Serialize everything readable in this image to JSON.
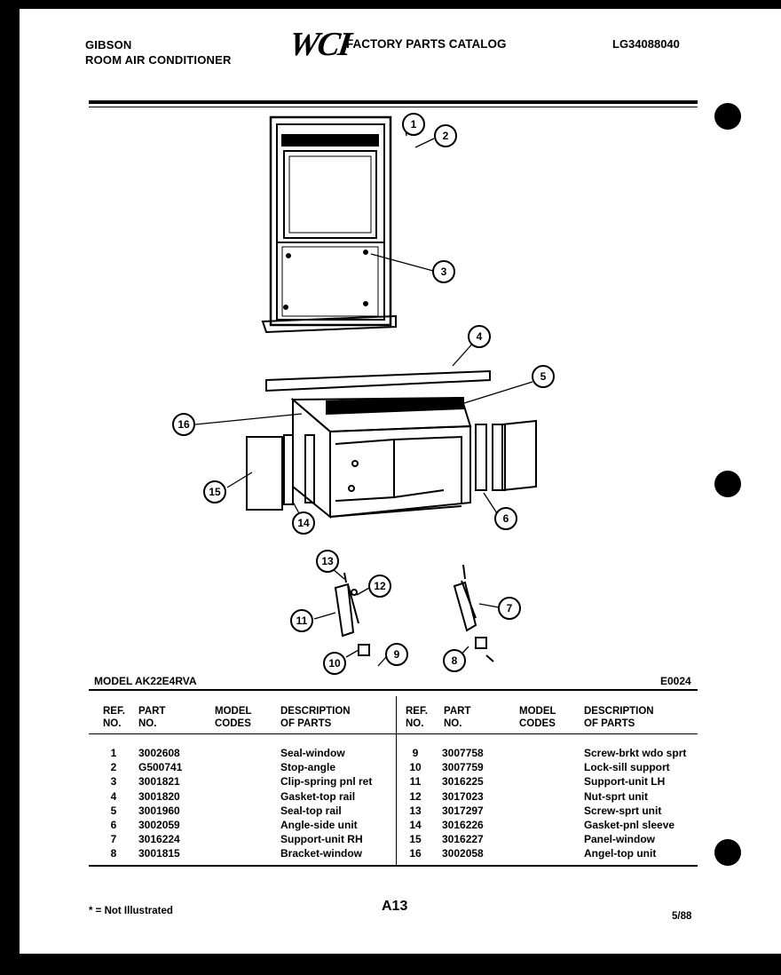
{
  "header": {
    "brand": "GIBSON",
    "product": "ROOM AIR CONDITIONER",
    "logo": "WCI",
    "catalog_title": "FACTORY PARTS CATALOG",
    "catalog_code": "LG34088040"
  },
  "diagram": {
    "callouts": [
      "1",
      "2",
      "3",
      "4",
      "5",
      "6",
      "7",
      "8",
      "9",
      "10",
      "11",
      "12",
      "13",
      "14",
      "15",
      "16"
    ]
  },
  "model_line": {
    "model": "MODEL AK22E4RVA",
    "code": "E0024"
  },
  "table": {
    "headers": {
      "ref": "REF. NO.",
      "ref_l1": "REF.",
      "ref_l2": "NO.",
      "part_l1": "PART",
      "part_l2": "NO.",
      "model_l1": "MODEL",
      "model_l2": "CODES",
      "desc_l1": "DESCRIPTION",
      "desc_l2": "OF PARTS"
    },
    "left_rows": [
      {
        "ref": "1",
        "part": "3002608",
        "desc": "Seal-window"
      },
      {
        "ref": "2",
        "part": "G500741",
        "desc": "Stop-angle"
      },
      {
        "ref": "3",
        "part": "3001821",
        "desc": "Clip-spring pnl ret"
      },
      {
        "ref": "4",
        "part": "3001820",
        "desc": "Gasket-top rail"
      },
      {
        "ref": "5",
        "part": "3001960",
        "desc": "Seal-top rail"
      },
      {
        "ref": "6",
        "part": "3002059",
        "desc": "Angle-side unit"
      },
      {
        "ref": "7",
        "part": "3016224",
        "desc": "Support-unit RH"
      },
      {
        "ref": "8",
        "part": "3001815",
        "desc": "Bracket-window"
      }
    ],
    "right_rows": [
      {
        "ref": "9",
        "part": "3007758",
        "desc": "Screw-brkt wdo sprt"
      },
      {
        "ref": "10",
        "part": "3007759",
        "desc": "Lock-sill support"
      },
      {
        "ref": "11",
        "part": "3016225",
        "desc": "Support-unit LH"
      },
      {
        "ref": "12",
        "part": "3017023",
        "desc": "Nut-sprt unit"
      },
      {
        "ref": "13",
        "part": "3017297",
        "desc": "Screw-sprt unit"
      },
      {
        "ref": "14",
        "part": "3016226",
        "desc": "Gasket-pnl sleeve"
      },
      {
        "ref": "15",
        "part": "3016227",
        "desc": "Panel-window"
      },
      {
        "ref": "16",
        "part": "3002058",
        "desc": "Angel-top unit"
      }
    ]
  },
  "footer": {
    "note": "* = Not Illustrated",
    "page": "A13",
    "date": "5/88"
  }
}
